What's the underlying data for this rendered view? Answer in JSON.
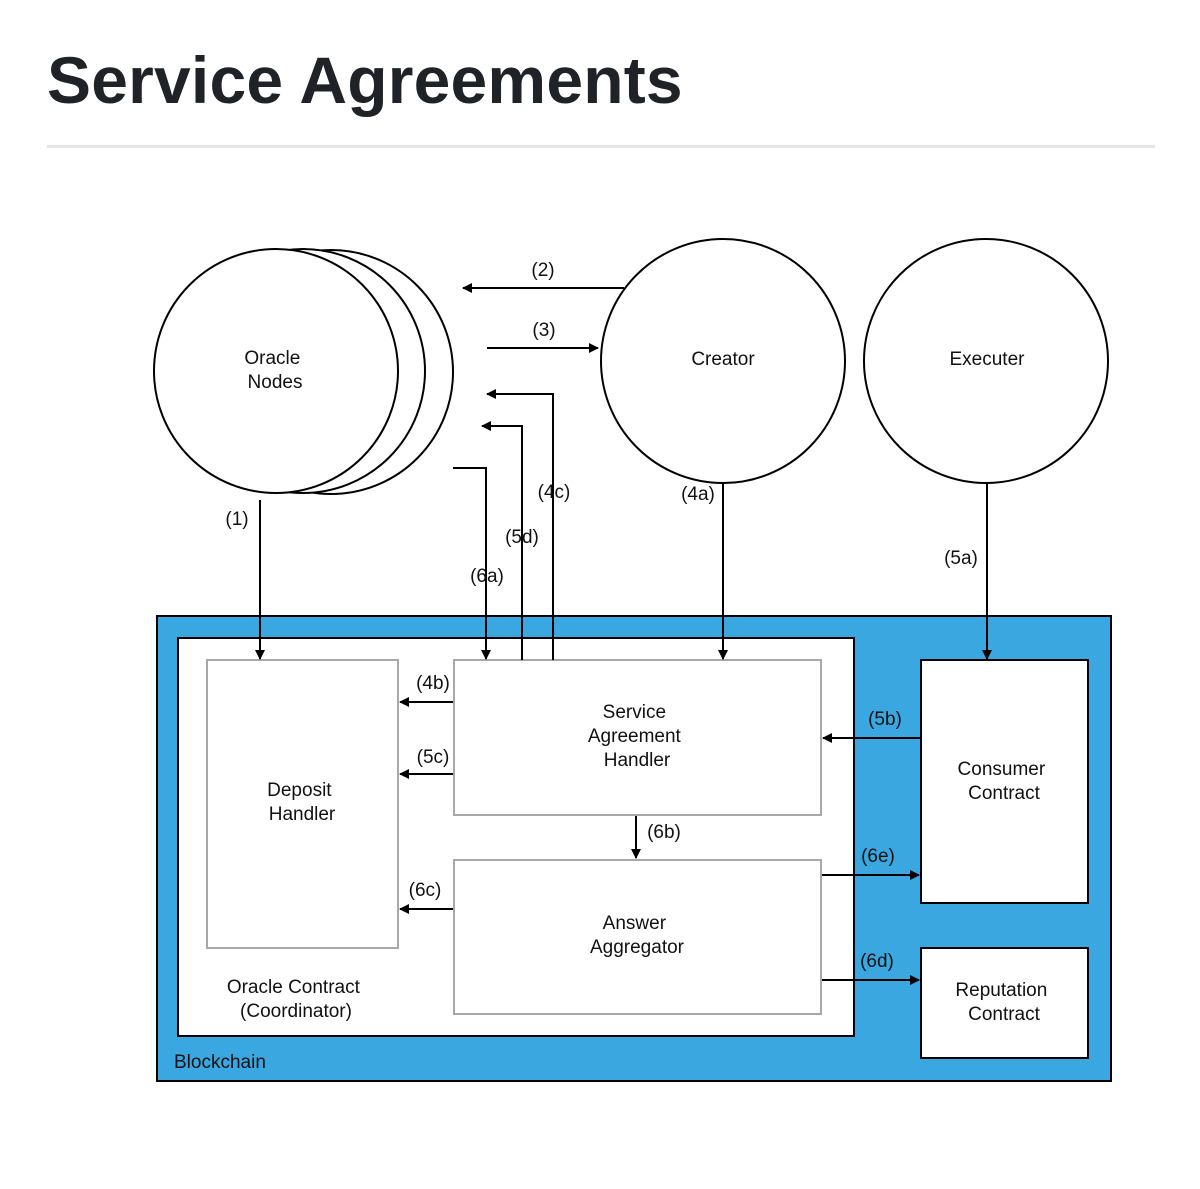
{
  "title": "Service Agreements",
  "colors": {
    "blockchain_fill": "#3aa7e1",
    "line": "#000000",
    "inner_box_border": "#a8a8a8",
    "title_text": "#1f2328"
  },
  "nodes": {
    "oracle_nodes": [
      "Oracle",
      "Nodes"
    ],
    "creator": [
      "Creator"
    ],
    "executer": [
      "Executer"
    ],
    "service_agreement_handler": [
      "Service",
      "Agreement",
      "Handler"
    ],
    "deposit_handler": [
      "Deposit",
      "Handler"
    ],
    "answer_aggregator": [
      "Answer",
      "Aggregator"
    ],
    "consumer_contract": [
      "Consumer",
      "Contract"
    ],
    "reputation_contract": [
      "Reputation",
      "Contract"
    ],
    "oracle_contract": [
      "Oracle Contract",
      "(Coordinator)"
    ],
    "blockchain": "Blockchain"
  },
  "edges": {
    "e1": "(1)",
    "e2": "(2)",
    "e3": "(3)",
    "e4a": "(4a)",
    "e4b": "(4b)",
    "e4c": "(4c)",
    "e5a": "(5a)",
    "e5b": "(5b)",
    "e5c": "(5c)",
    "e5d": "(5d)",
    "e6a": "(6a)",
    "e6b": "(6b)",
    "e6c": "(6c)",
    "e6d": "(6d)",
    "e6e": "(6e)"
  }
}
